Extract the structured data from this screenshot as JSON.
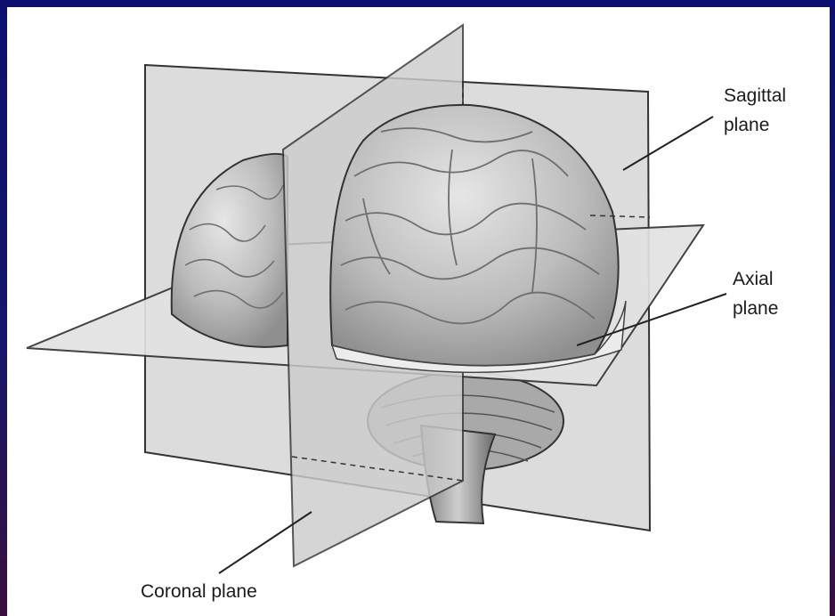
{
  "diagram": {
    "labels": {
      "sagittal_line1": "Sagittal",
      "sagittal_line2": "plane",
      "axial_line1": "Axial",
      "axial_line2": "plane",
      "coronal": "Coronal plane"
    }
  },
  "colors": {
    "background_top": "#0c0f6e",
    "background_bottom": "#3a0f3e",
    "panel": "#ffffff",
    "plane_fill": "#d9d9d9",
    "brain_fill": "#bdbdbd",
    "outline": "#222222"
  }
}
